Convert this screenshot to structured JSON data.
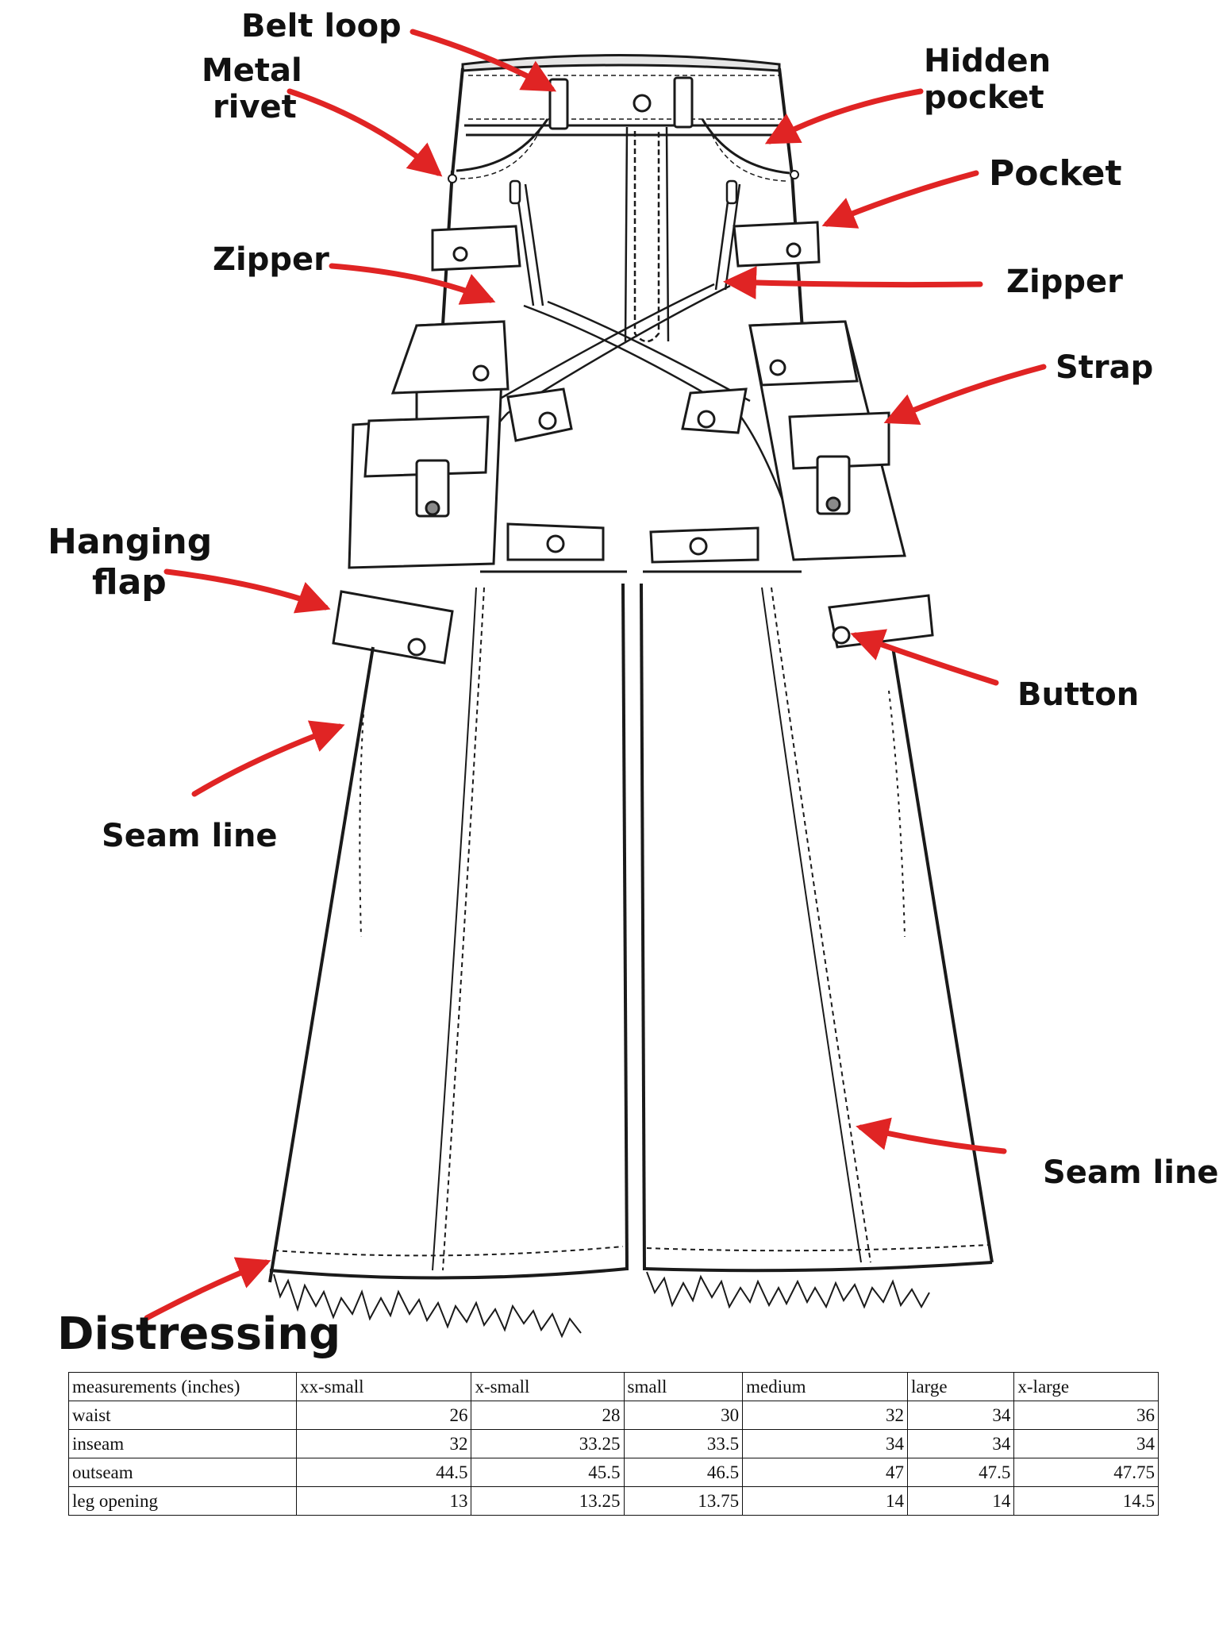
{
  "callouts": {
    "belt_loop": "Belt loop",
    "metal_rivet": [
      "Metal",
      "rivet"
    ],
    "hidden_pocket": [
      "Hidden",
      "pocket"
    ],
    "pocket": "Pocket",
    "zipper_left": "Zipper",
    "zipper_right": "Zipper",
    "strap": "Strap",
    "hanging_flap": [
      "Hanging",
      "flap"
    ],
    "button": "Button",
    "seam_line_left": "Seam line",
    "seam_line_right": "Seam line"
  },
  "title": "Distressing",
  "size_table": {
    "header": [
      "measurements (inches)",
      "xx-small",
      "x-small",
      "small",
      "medium",
      "large",
      "x-large"
    ],
    "rows": [
      {
        "label": "waist",
        "values": [
          "26",
          "28",
          "30",
          "32",
          "34",
          "36"
        ]
      },
      {
        "label": "inseam",
        "values": [
          "32",
          "33.25",
          "33.5",
          "34",
          "34",
          "34"
        ]
      },
      {
        "label": "outseam",
        "values": [
          "44.5",
          "45.5",
          "46.5",
          "47",
          "47.5",
          "47.75"
        ]
      },
      {
        "label": "leg opening",
        "values": [
          "13",
          "13.25",
          "13.75",
          "14",
          "14",
          "14.5"
        ]
      }
    ]
  },
  "colors": {
    "arrow": "#e02424",
    "line": "#1a1a1a",
    "label": "#111111"
  }
}
